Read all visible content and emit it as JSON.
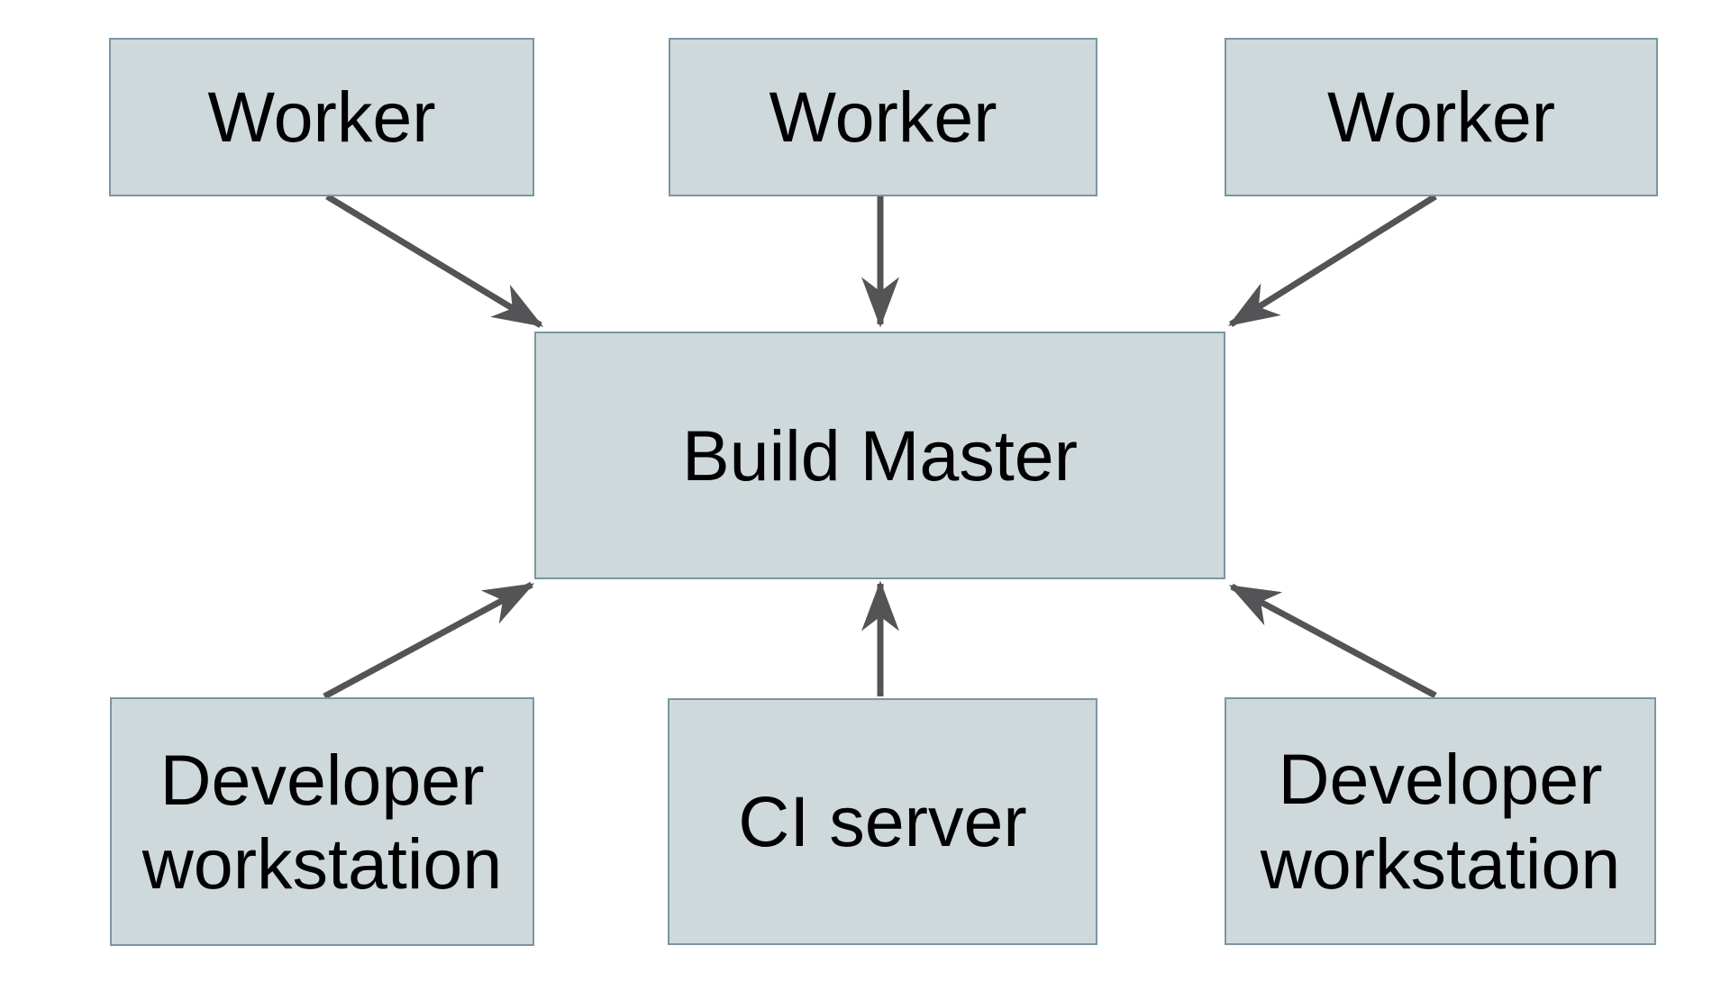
{
  "diagram": {
    "background": "#ffffff",
    "colors": {
      "node_fill": "#cfd8db",
      "node_border": "#7b96a1",
      "arrow": "#545456",
      "text": "#000000"
    },
    "nodes": {
      "worker1": {
        "label": "Worker"
      },
      "worker2": {
        "label": "Worker"
      },
      "worker3": {
        "label": "Worker"
      },
      "build_master": {
        "label": "Build Master"
      },
      "dev1": {
        "label": "Developer workstation"
      },
      "ci": {
        "label": "CI server"
      },
      "dev2": {
        "label": "Developer workstation"
      }
    },
    "edges": [
      {
        "from": "worker1",
        "to": "build_master"
      },
      {
        "from": "worker2",
        "to": "build_master"
      },
      {
        "from": "worker3",
        "to": "build_master"
      },
      {
        "from": "dev1",
        "to": "build_master"
      },
      {
        "from": "ci",
        "to": "build_master"
      },
      {
        "from": "dev2",
        "to": "build_master"
      }
    ]
  }
}
